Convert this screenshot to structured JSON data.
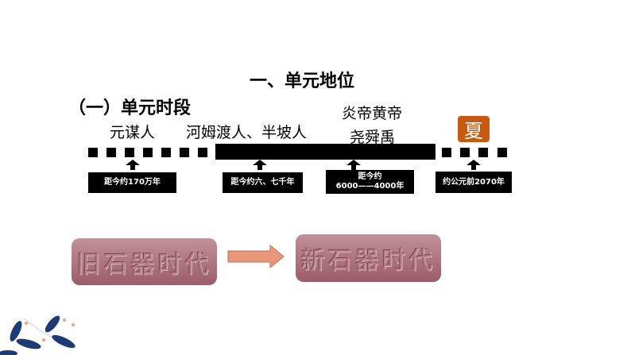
{
  "title": "一、单元地位",
  "subtitle": "（一）单元时段",
  "timeline": {
    "labels": [
      "元谋人",
      "河姆渡人、半坡人",
      "炎帝黄帝",
      "尧舜禹"
    ],
    "dynasty": "夏",
    "dates": [
      "距今约170万年",
      "距今约六、七千年",
      "距今约",
      "6000——4000年",
      "约公元前2070年"
    ]
  },
  "eras": {
    "from": "旧石器时代",
    "to": "新石器时代"
  },
  "colors": {
    "dynasty": "#c55a11",
    "era": "#a66a76",
    "arrow": "#e9967a"
  }
}
